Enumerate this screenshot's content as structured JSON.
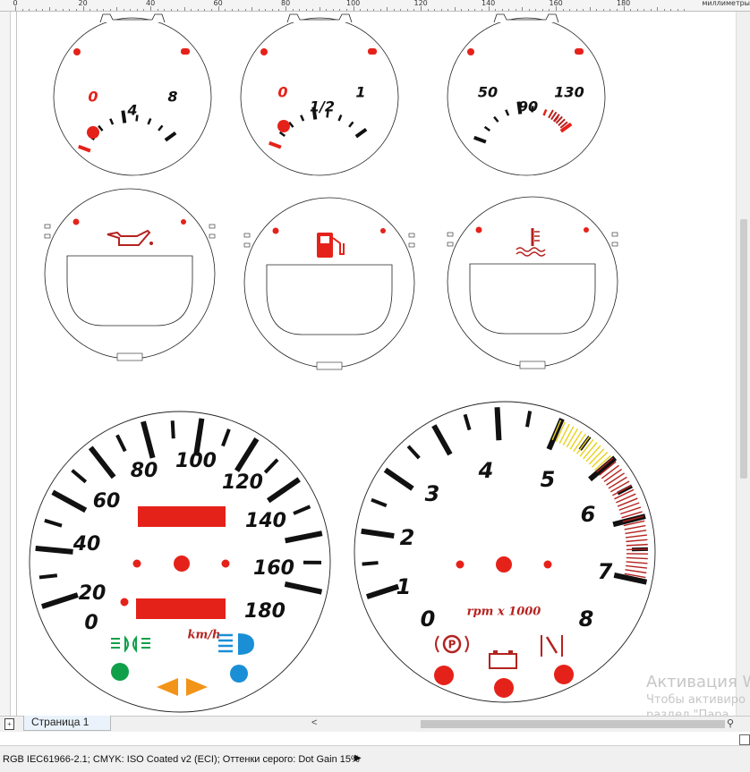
{
  "ruler": {
    "ticks": [
      "0",
      "20",
      "40",
      "60",
      "80",
      "100",
      "120",
      "140",
      "160",
      "180"
    ],
    "units": "миллиметры"
  },
  "gauges": {
    "oil_pressure": {
      "labels": [
        "0",
        "4",
        "8"
      ]
    },
    "fuel": {
      "labels": [
        "0",
        "1/2",
        "1"
      ]
    },
    "temperature": {
      "labels": [
        "50",
        "90",
        "130"
      ]
    },
    "speedometer": {
      "labels": [
        "0",
        "20",
        "40",
        "60",
        "80",
        "100",
        "120",
        "140",
        "160",
        "180"
      ],
      "unit": "km/h"
    },
    "tachometer": {
      "labels": [
        "0",
        "1",
        "2",
        "3",
        "4",
        "5",
        "6",
        "7",
        "8"
      ],
      "unit": "rpm x 1000",
      "parking_symbol": "P"
    }
  },
  "colors": {
    "red": "#e5221a",
    "dark_red": "#b4221f",
    "yellow": "#e8d21b",
    "green": "#11a04a",
    "blue": "#1a8fd6",
    "orange": "#f29418"
  },
  "icons": [
    "oil-can-icon",
    "fuel-pump-icon",
    "coolant-temp-icon",
    "headlight-icon",
    "position-lights-icon",
    "turn-arrow-icon",
    "parking-brake-icon",
    "battery-icon",
    "door-icon"
  ],
  "page_tab": {
    "label": "Страница 1"
  },
  "status_bar": {
    "color_profile": "RGB IEC61966-2.1; CMYK: ISO Coated v2 (ECI); Оттенки серого: Dot Gain 15%"
  },
  "watermark": {
    "title": "Активация W",
    "line1": "Чтобы активиро",
    "line2": "раздел \"Пара"
  }
}
